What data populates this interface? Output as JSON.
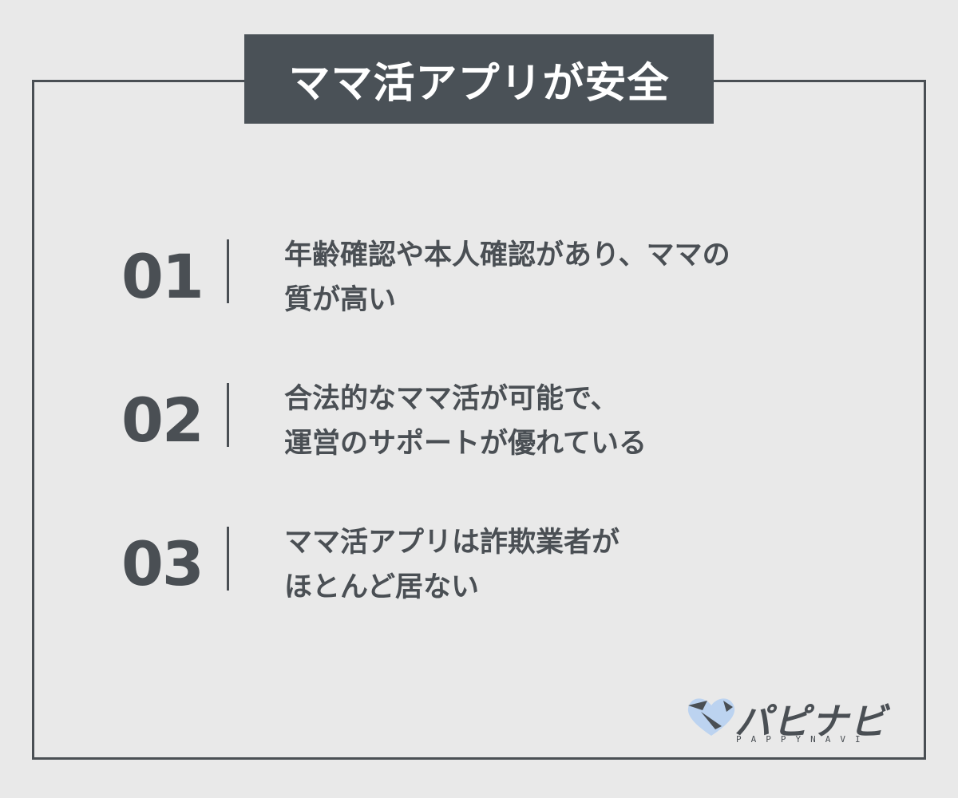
{
  "title": "ママ活アプリが安全",
  "items": [
    {
      "number": "01",
      "lines": [
        "年齢確認や本人確認があり、ママの",
        "質が高い"
      ]
    },
    {
      "number": "02",
      "lines": [
        "合法的なママ活が可能で、",
        "運営のサポートが優れている"
      ]
    },
    {
      "number": "03",
      "lines": [
        "ママ活アプリは詐欺業者が",
        "ほとんど居ない"
      ]
    }
  ],
  "logo": {
    "name": "パピナビ",
    "sub": "PAPPYNAVI",
    "icon": "heart-mark-icon"
  },
  "colors": {
    "background": "#e9e9e9",
    "dark": "#4a5157",
    "accent": "#bcd3f0"
  }
}
